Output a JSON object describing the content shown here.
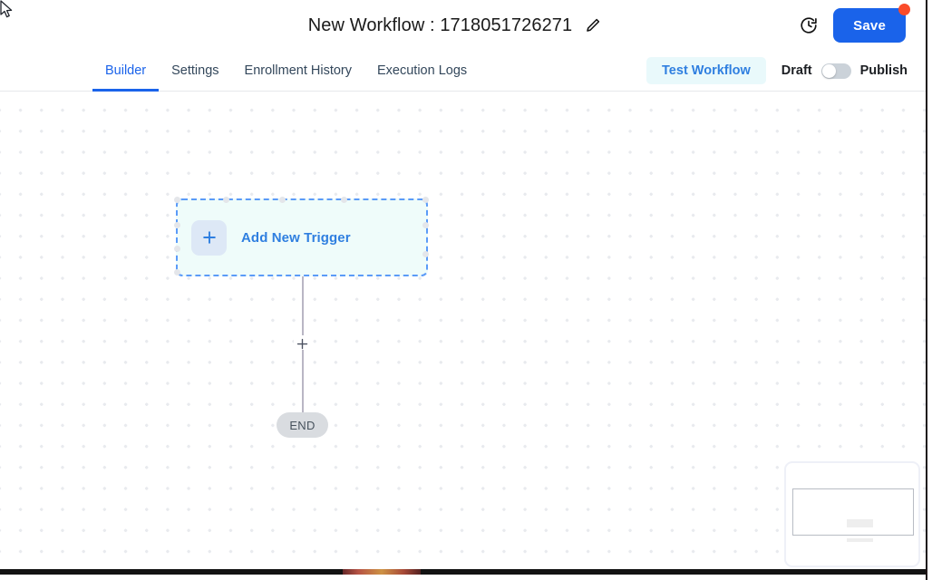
{
  "header": {
    "title": "New Workflow : 1718051726271",
    "edit_icon": "pencil-icon",
    "history_icon": "clock-history-icon",
    "save_label": "Save",
    "save_color": "#1a63ea",
    "notification_dot_color": "#fa4b2a"
  },
  "tabs": [
    {
      "label": "Builder",
      "active": true
    },
    {
      "label": "Settings",
      "active": false
    },
    {
      "label": "Enrollment History",
      "active": false
    },
    {
      "label": "Execution Logs",
      "active": false
    }
  ],
  "tabbar_right": {
    "test_label": "Test Workflow",
    "test_bg": "#e9f9fb",
    "test_color": "#2f7fe0",
    "draft_label": "Draft",
    "publish_label": "Publish",
    "toggle_state": "off"
  },
  "canvas": {
    "trigger_node": {
      "label": "Add New Trigger",
      "plus_icon": "plus-icon",
      "border_color": "#5b9bf8",
      "bg_color": "#effcfa",
      "text_color": "#2f7fe0"
    },
    "edge_plus_icon": "plus-icon",
    "end_node": {
      "label": "END",
      "bg_color": "#d9dce0",
      "text_color": "#47525d"
    }
  },
  "minimap": {
    "name": "canvas-minimap"
  }
}
